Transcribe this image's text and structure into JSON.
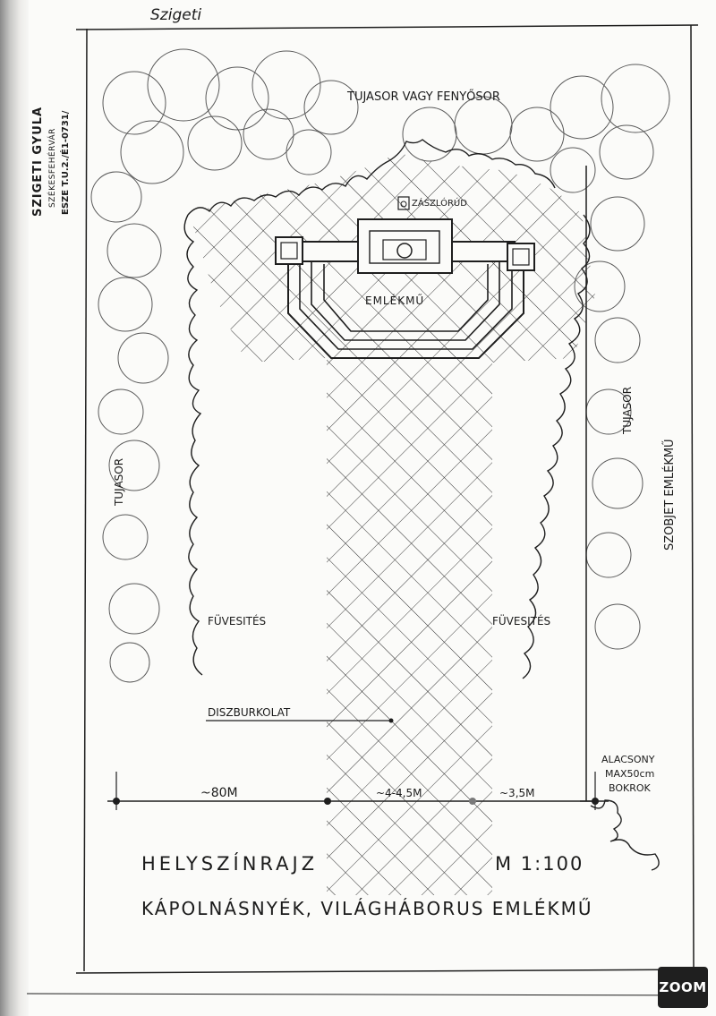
{
  "corner_note": "Szigeti",
  "stamp": {
    "name": "SZIGETI GYULA",
    "city": "SZÉKESFEHÉRVÁR",
    "license": "ESZE T.U.2./É1-0731/"
  },
  "labels": {
    "top_hedge": "TUJASOR VAGY FENYŐSOR",
    "flagpole": "ZÁSZLÓRÚD",
    "monument": "EMLÉKMŰ",
    "left_hedge": "TUJASOR",
    "right_hedge": "TUJASOR",
    "right_wall": "SZOBJET EMLÉKMŰ",
    "lawn_left": "FÜVESITÉS",
    "lawn_right": "FÜVESITÉS",
    "paving": "DISZBURKOLAT",
    "bushes_line1": "ALACSONY",
    "bushes_line2": "MAX50cm",
    "bushes_line3": "BOKROK"
  },
  "dimensions": [
    "~80M",
    "~4-4,5M",
    "~3,5M"
  ],
  "title": {
    "line1": "HELYSZÍNRAJZ",
    "scale": "M 1:100",
    "line2": "KÁPOLNÁSNYÉK, VILÁGHÁBORUS EMLÉKMŰ"
  },
  "badge": "ZOOM"
}
